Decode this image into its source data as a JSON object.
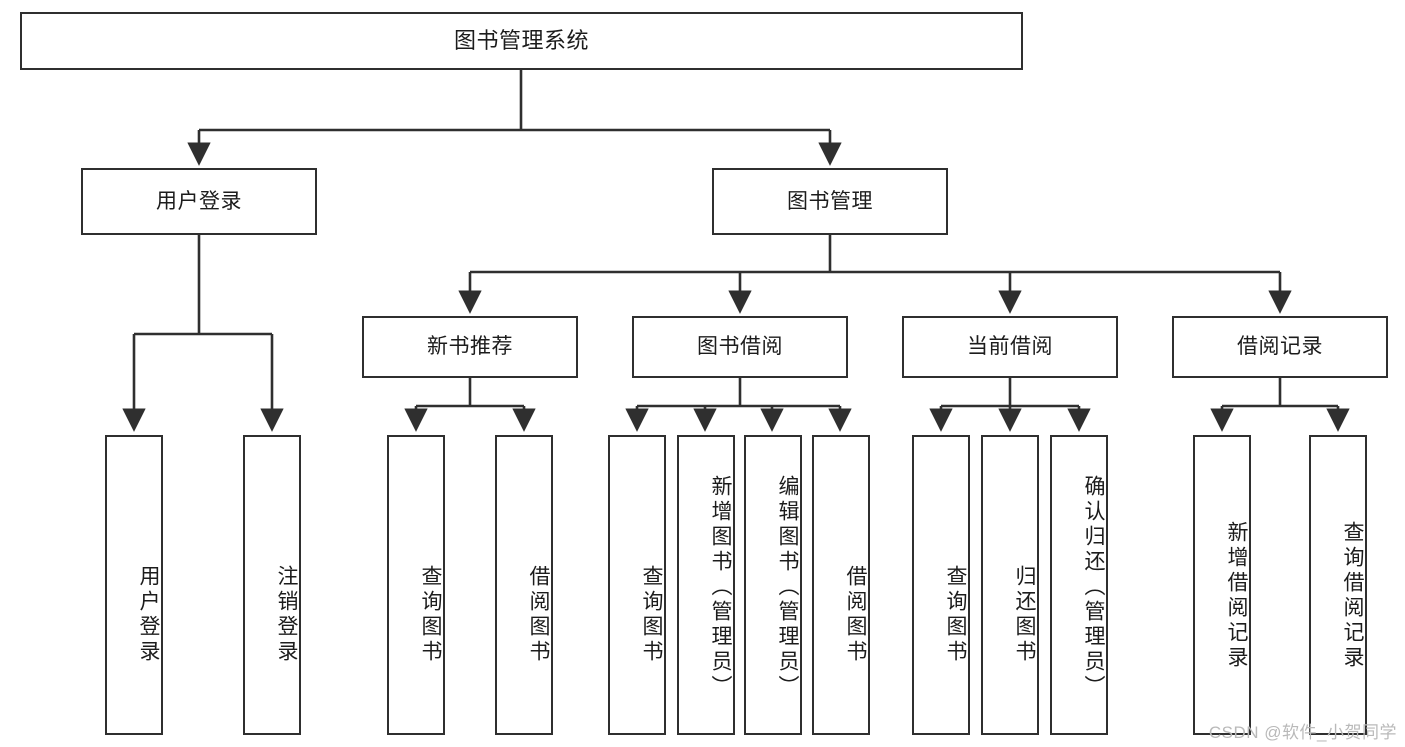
{
  "diagram": {
    "title": "图书管理系统",
    "watermark": "CSDN @软件_小贺同学",
    "colors": {
      "stroke": "#2f2f2f",
      "fill": "#ffffff",
      "text": "#1c1c1c",
      "watermark": "#b9b9b9"
    },
    "nodes": {
      "root": {
        "label": "图书管理系统"
      },
      "level2": [
        {
          "id": "user-login",
          "label": "用户登录"
        },
        {
          "id": "book-manage",
          "label": "图书管理"
        }
      ],
      "level3": [
        {
          "id": "new-book-rec",
          "label": "新书推荐"
        },
        {
          "id": "book-borrow",
          "label": "图书借阅"
        },
        {
          "id": "current-borrow",
          "label": "当前借阅"
        },
        {
          "id": "borrow-record",
          "label": "借阅记录"
        }
      ],
      "leaves": {
        "user-login": [
          {
            "id": "leaf-user-login",
            "label": "用户登录"
          },
          {
            "id": "leaf-user-logout",
            "label": "注销登录"
          }
        ],
        "new-book-rec": [
          {
            "id": "leaf-query-book-1",
            "label": "查询图书"
          },
          {
            "id": "leaf-borrow-book-1",
            "label": "借阅图书"
          }
        ],
        "book-borrow": [
          {
            "id": "leaf-query-book-2",
            "label": "查询图书"
          },
          {
            "id": "leaf-add-book",
            "label": "新增图书（管理员）"
          },
          {
            "id": "leaf-edit-book",
            "label": "编辑图书（管理员）"
          },
          {
            "id": "leaf-borrow-book-2",
            "label": "借阅图书"
          }
        ],
        "current-borrow": [
          {
            "id": "leaf-query-book-3",
            "label": "查询图书"
          },
          {
            "id": "leaf-return-book",
            "label": "归还图书"
          },
          {
            "id": "leaf-confirm-return",
            "label": "确认归还（管理员）"
          }
        ],
        "borrow-record": [
          {
            "id": "leaf-add-record",
            "label": "新增借阅记录"
          },
          {
            "id": "leaf-query-record",
            "label": "查询借阅记录"
          }
        ]
      }
    }
  }
}
